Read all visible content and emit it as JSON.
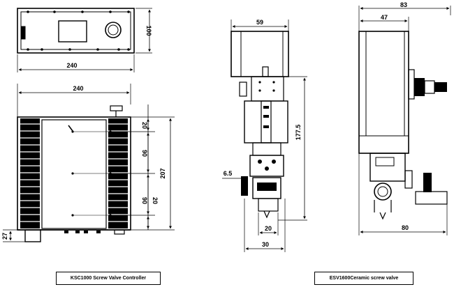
{
  "controller": {
    "caption": "KSC1000 Screw Valve Controller",
    "top_view": {
      "width_label": "240",
      "height_label": "100"
    },
    "front_view": {
      "width_label": "240",
      "height_label": "207",
      "foot_label": "27",
      "upper_label": "20",
      "mid_label": "90",
      "lower_left_label": "90",
      "lower_right_label": "20"
    }
  },
  "valve": {
    "caption": "ESV1600Ceramic screw valve",
    "front_view": {
      "width_label": "59",
      "height_label": "177.5",
      "offset_label": "6.5",
      "inner_width_label": "20",
      "base_width_label": "30"
    },
    "side_view": {
      "overall_width_label": "83",
      "body_width_label": "47",
      "base_width_label": "80"
    }
  }
}
